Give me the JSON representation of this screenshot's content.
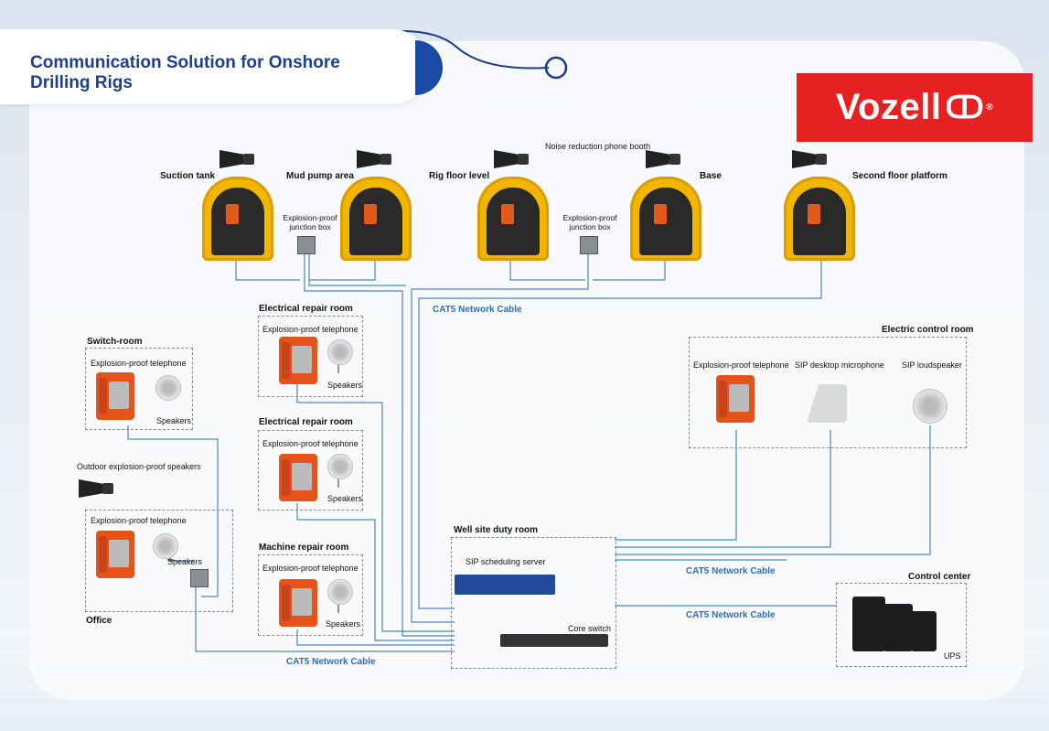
{
  "title": "Communication Solution for Onshore Drilling Rigs",
  "logo": {
    "text": "Vozell",
    "registered": "®",
    "color": "#e52121"
  },
  "colors": {
    "title": "#1c3f8f",
    "cable": "#2d6fb0",
    "wire": "#4a87c2",
    "booth": "#f2b500",
    "phone": "#e4531a"
  },
  "top_row": {
    "suction_tank": "Suction tank",
    "mud_pump_area": "Mud pump area",
    "rig_floor_level": "Rig floor level",
    "noise_booth": "Noise reduction phone booth",
    "base": "Base",
    "second_floor": "Second floor platform",
    "junction_box": "Explosion-proof junction box"
  },
  "cables": {
    "c1": "CAT5 Network Cable",
    "c2": "CAT5 Network Cable",
    "c3": "CAT5 Network Cable",
    "c4": "CAT5 Network Cable"
  },
  "rooms": {
    "switch_room": {
      "title": "Switch-room",
      "telephone": "Explosion-proof telephone",
      "speakers": "Speakers"
    },
    "electrical_repair_1": {
      "title": "Electrical repair room",
      "telephone": "Explosion-proof telephone",
      "speakers": "Speakers"
    },
    "electrical_repair_2": {
      "title": "Electrical repair room",
      "telephone": "Explosion-proof telephone",
      "speakers": "Speakers"
    },
    "machine_repair": {
      "title": "Machine repair room",
      "telephone": "Explosion-proof telephone",
      "speakers": "Speakers"
    },
    "office": {
      "title": "Office",
      "outdoor": "Outdoor explosion-proof speakers",
      "telephone": "Explosion-proof telephone",
      "speakers": "Speakers"
    },
    "electric_control": {
      "title": "Electric control room",
      "telephone": "Explosion-proof telephone",
      "mic": "SIP desktop microphone",
      "loudspeaker": "SIP loudspeaker"
    },
    "well_site": {
      "title": "Well site duty room",
      "server": "SIP scheduling server",
      "switch": "Core switch"
    },
    "control_center": {
      "title": "Control center",
      "ups": "UPS"
    }
  }
}
